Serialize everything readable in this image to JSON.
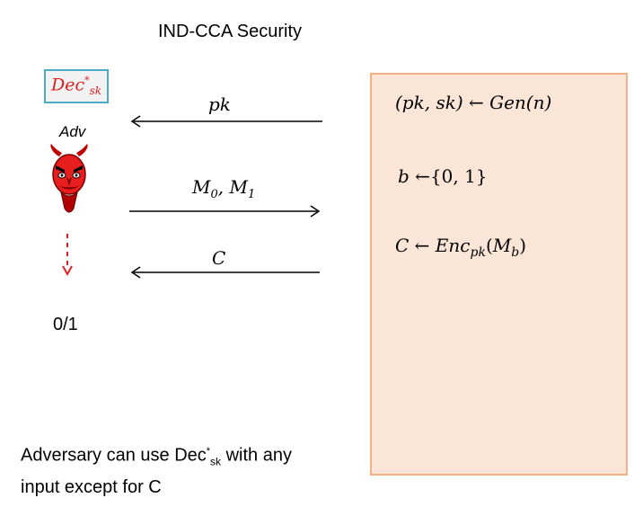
{
  "title": "IND-CCA Security",
  "oracle": {
    "name": "Dec",
    "superscript": "*",
    "subscript": "sk"
  },
  "adversary_label": "Adv",
  "guess_output": "0/1",
  "messages": {
    "pk": "pk",
    "m0": "M",
    "m0_sub": "0",
    "separator": ", ",
    "m1": "M",
    "m1_sub": "1",
    "ciphertext": "C"
  },
  "challenger": {
    "keygen_lhs": "(pk, sk)",
    "keygen_rhs": "Gen(n)",
    "bit_lhs": "b",
    "bit_rhs": "{0, 1}",
    "enc_lhs": "C",
    "enc_fn": "Enc",
    "enc_key": "pk",
    "enc_arg": "M",
    "enc_arg_sub": "b",
    "arrow": "←"
  },
  "note": {
    "prefix": "Adversary can use Dec",
    "sup": "*",
    "sub": "sk",
    "suffix": " with any",
    "line2": "input except for C"
  },
  "colors": {
    "oracle_border": "#4bacc6",
    "oracle_text": "#d92020",
    "challenger_fill": "#fbe5d6",
    "challenger_border": "#f4b183",
    "guess_arrow": "#e02020"
  },
  "icons": {
    "adversary": "devil-icon"
  }
}
